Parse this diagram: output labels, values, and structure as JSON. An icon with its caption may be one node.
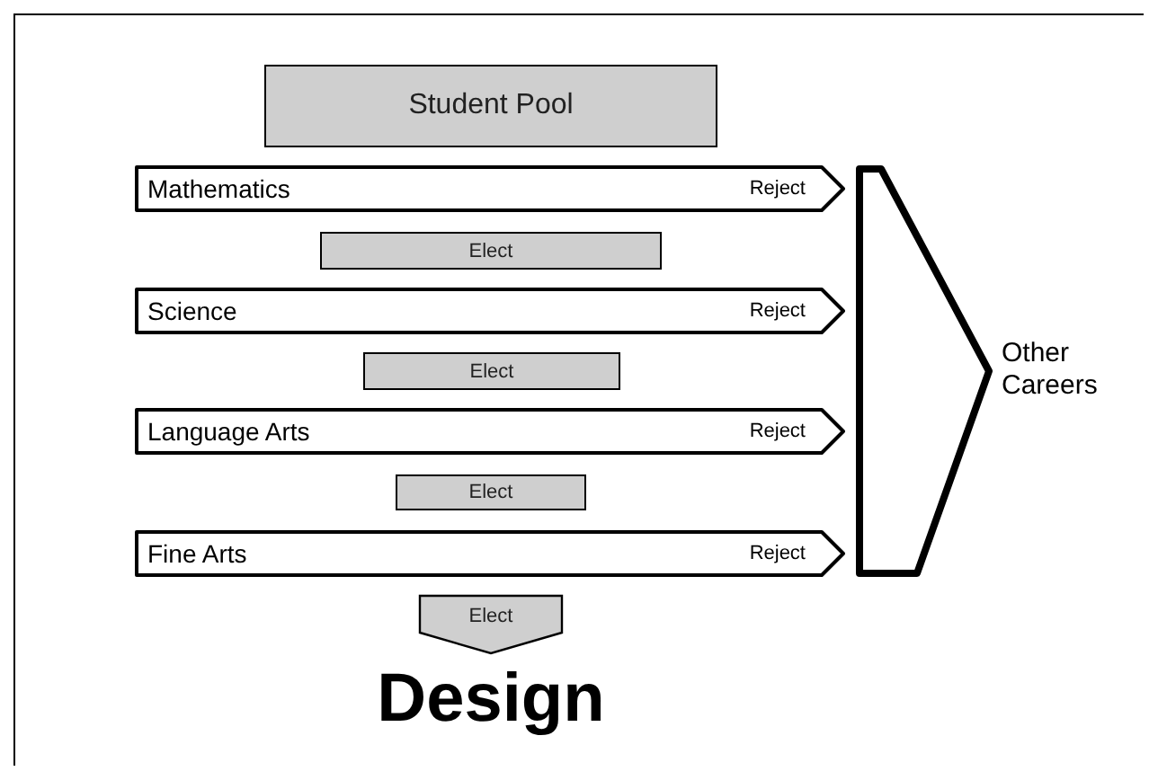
{
  "diagram": {
    "nodes": [
      {
        "text": [
          "Student Pool"
        ]
      },
      {
        "text": [
          "Mathematics",
          "Reject"
        ]
      },
      {
        "text": [
          "Elect"
        ]
      },
      {
        "text": [
          "Science",
          "Reject"
        ]
      },
      {
        "text": [
          "Elect"
        ]
      },
      {
        "text": [
          "Language Arts",
          "Reject"
        ]
      },
      {
        "text": [
          "Elect"
        ]
      },
      {
        "text": [
          "Fine Arts",
          "Reject"
        ]
      },
      {
        "text": [
          "Elect"
        ]
      },
      {
        "text": [],
        "shape": "chevron"
      },
      {
        "text": [
          "Other Careers"
        ]
      }
    ],
    "labels": [
      "Design"
    ]
  }
}
